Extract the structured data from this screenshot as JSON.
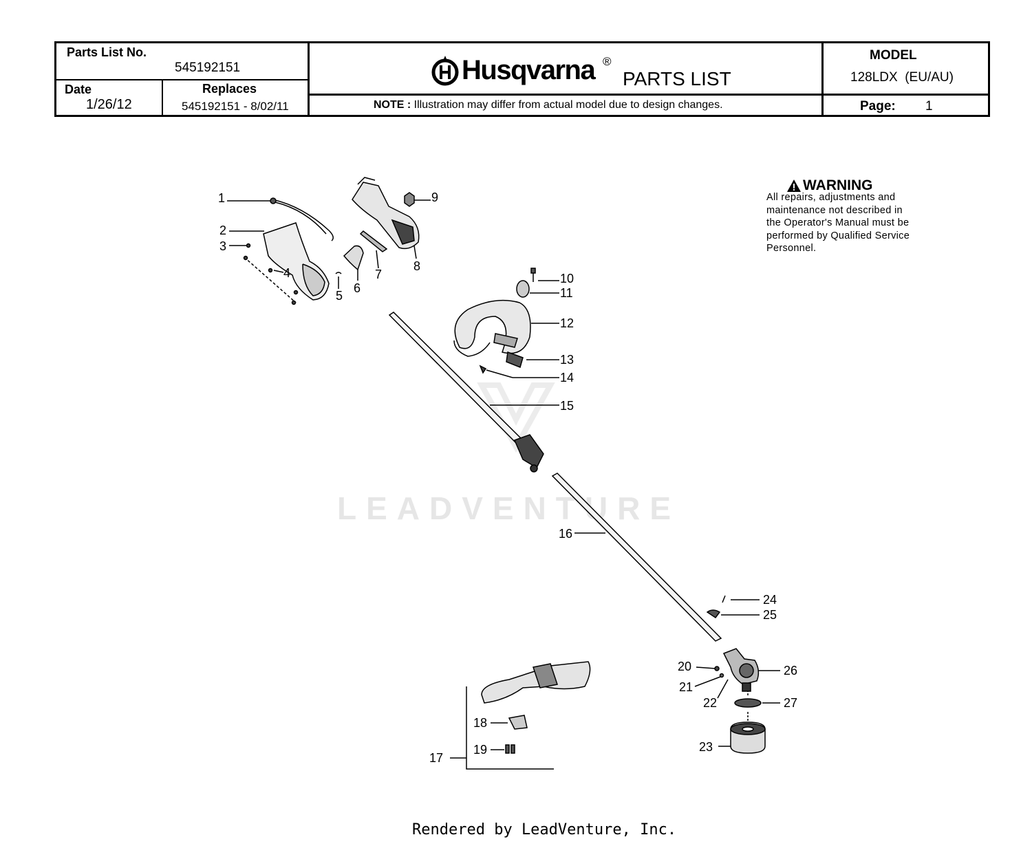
{
  "header": {
    "parts_list_no_label": "Parts List No.",
    "parts_list_no": "545192151",
    "date_label": "Date",
    "date": "1/26/12",
    "replaces_label": "Replaces",
    "replaces": "545192151 - 8/02/11",
    "brand": "Husqvarna",
    "registered": "®",
    "title": "PARTS LIST",
    "note_label": "NOTE :",
    "note": "Illustration may differ from actual model due to design changes.",
    "model_label": "MODEL",
    "model": "128LDX  (EU/AU)",
    "page_label": "Page:",
    "page": "1"
  },
  "warning": {
    "title": "WARNING",
    "lines": [
      "All repairs, adjustments and",
      "maintenance not described in",
      "the Operator's Manual must be",
      "performed by Qualified Service",
      "Personnel."
    ]
  },
  "callouts": {
    "c1": "1",
    "c2": "2",
    "c3": "3",
    "c4": "4",
    "c5": "5",
    "c6": "6",
    "c7": "7",
    "c8": "8",
    "c9": "9",
    "c10": "10",
    "c11": "11",
    "c12": "12",
    "c13": "13",
    "c14": "14",
    "c15": "15",
    "c16": "16",
    "c17": "17",
    "c18": "18",
    "c19": "19",
    "c20": "20",
    "c21": "21",
    "c22": "22",
    "c23": "23",
    "c24": "24",
    "c25": "25",
    "c26": "26",
    "c27": "27"
  },
  "watermark": "LEADVENTURE",
  "footer": "Rendered by LeadVenture, Inc."
}
